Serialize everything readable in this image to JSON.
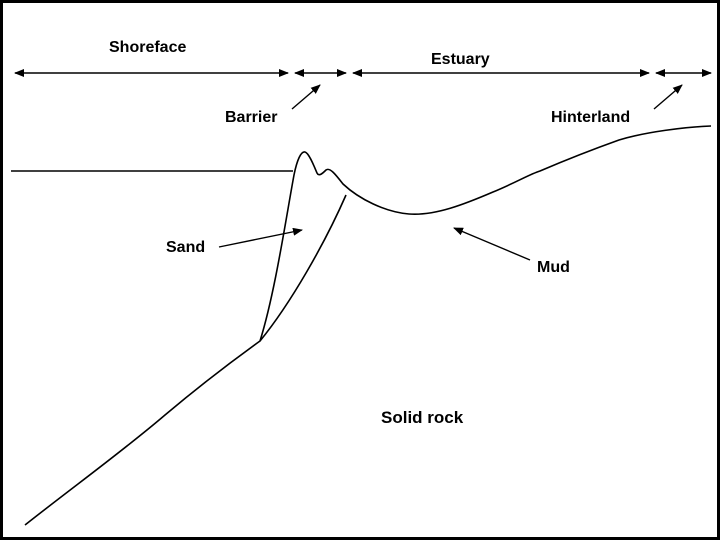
{
  "colors": {
    "background": "#ffffff",
    "line": "#000000",
    "text": "#000000"
  },
  "regions": {
    "shoreface": {
      "label": "Shoreface"
    },
    "barrier": {
      "label": "Barrier"
    },
    "estuary": {
      "label": "Estuary"
    },
    "hinterland": {
      "label": "Hinterland"
    }
  },
  "materials": {
    "sand": {
      "label": "Sand"
    },
    "mud": {
      "label": "Mud"
    },
    "solid_rock": {
      "label": "Solid rock"
    }
  }
}
